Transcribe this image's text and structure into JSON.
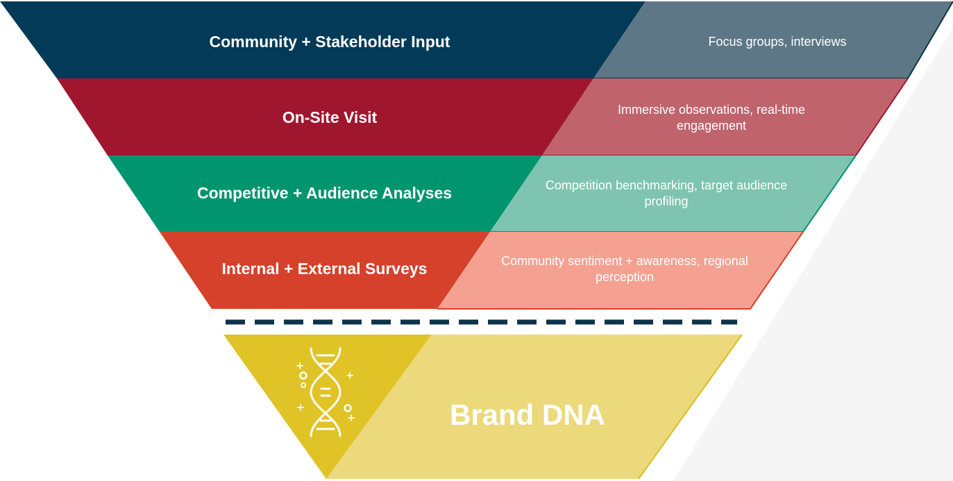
{
  "funnel": {
    "tiers": [
      {
        "title": "Community + Stakeholder Input",
        "detail": "Focus groups, interviews",
        "main_color": "#033a57",
        "detail_color": "#5e7786"
      },
      {
        "title": "On-Site Visit",
        "detail": "Immersive observations, real-time engagement",
        "main_color": "#a1162f",
        "detail_color": "#c0636d"
      },
      {
        "title": "Competitive + Audience Analyses",
        "detail": "Competition benchmarking, target audience profiling",
        "main_color": "#00956f",
        "detail_color": "#7ec4b0"
      },
      {
        "title": "Internal + External Surveys",
        "detail": "Community sentiment + awareness, regional perception",
        "main_color": "#d5412a",
        "detail_color": "#f4a192"
      }
    ],
    "divider_color": "#0d3349",
    "outcome": {
      "title": "Brand DNA",
      "icon": "dna-icon",
      "main_color": "#e0c326",
      "detail_color": "#ebd97c"
    }
  }
}
